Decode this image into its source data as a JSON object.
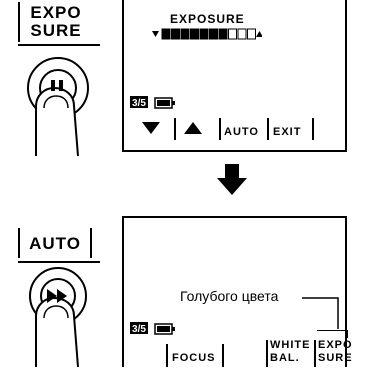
{
  "step1": {
    "button_label_line1": "EXPO",
    "button_label_line2": "SURE",
    "button_icon": "pause-icon",
    "screen": {
      "title": "EXPOSURE",
      "exposure_level": {
        "filled": 7,
        "total": 10
      },
      "page_indicator": "3/5",
      "softkeys": {
        "down": "down-triangle-icon",
        "up": "up-triangle-icon",
        "auto": "AUTO",
        "exit": "EXIT"
      }
    }
  },
  "arrow_icon": "arrow-down-icon",
  "step2": {
    "button_label": "AUTO",
    "button_icon": "fast-forward-icon",
    "screen": {
      "annotation": "Голубого цвета",
      "page_indicator": "3/5",
      "softkeys": {
        "focus": "FOCUS",
        "white_line1": "WHITE",
        "white_line2": "BAL.",
        "expo_line1": "EXPO",
        "expo_line2": "SURE"
      }
    }
  }
}
